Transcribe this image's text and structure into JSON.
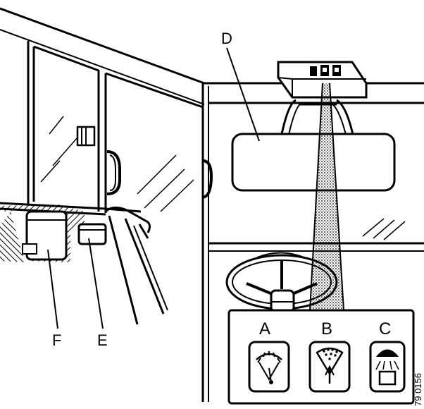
{
  "callouts": {
    "d": "D",
    "e": "E",
    "f": "F",
    "a": "A",
    "b": "B",
    "c": "C"
  },
  "figure_number": "79 0156",
  "icons": {
    "a": "wiper-interval-dial-icon",
    "b": "windscreen-spray-icon",
    "c": "interior-lamp-icon"
  },
  "colors": {
    "ink": "#000000",
    "paper": "#ffffff"
  }
}
